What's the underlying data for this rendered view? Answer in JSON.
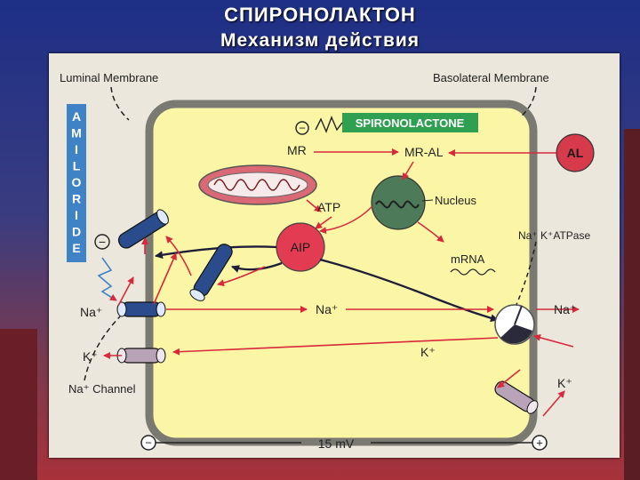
{
  "header": {
    "title": "СПИРОНОЛАКТОН",
    "subtitle": "Механизм действия"
  },
  "diagram": {
    "luminal_membrane": "Luminal Membrane",
    "basolateral_membrane": "Basolateral Membrane",
    "amiloride_letters": [
      "A",
      "M",
      "I",
      "L",
      "O",
      "R",
      "I",
      "D",
      "E"
    ],
    "spironolactone": "SPIRONOLACTONE",
    "mr": "MR",
    "mr_al": "MR-AL",
    "al": "AL",
    "nucleus": "Nucleus",
    "atp": "ATP",
    "aip": "AIP",
    "na_k_atpase": "Na⁺ K⁺ATPase",
    "mrna": "mRNA",
    "na_plus": "Na⁺",
    "k_plus": "K⁺",
    "minus_sign": "−",
    "na_channel": "Na⁺ Channel",
    "voltage": "15 mV",
    "voltage_signs": [
      "−",
      "+"
    ]
  },
  "colors": {
    "cell_fill": "#fbf6a6",
    "cell_border": "#7a7a72",
    "arrow_red": "#d8283c",
    "arrow_dark": "#1e1e3a",
    "amiloride_bg": "#3f82c6",
    "spiro_bg": "#2fa052",
    "al_fill": "#d73a4a",
    "aip_fill": "#e23b52",
    "nucleus_fill": "#4d7a58",
    "mito_fill": "#d96a75"
  }
}
